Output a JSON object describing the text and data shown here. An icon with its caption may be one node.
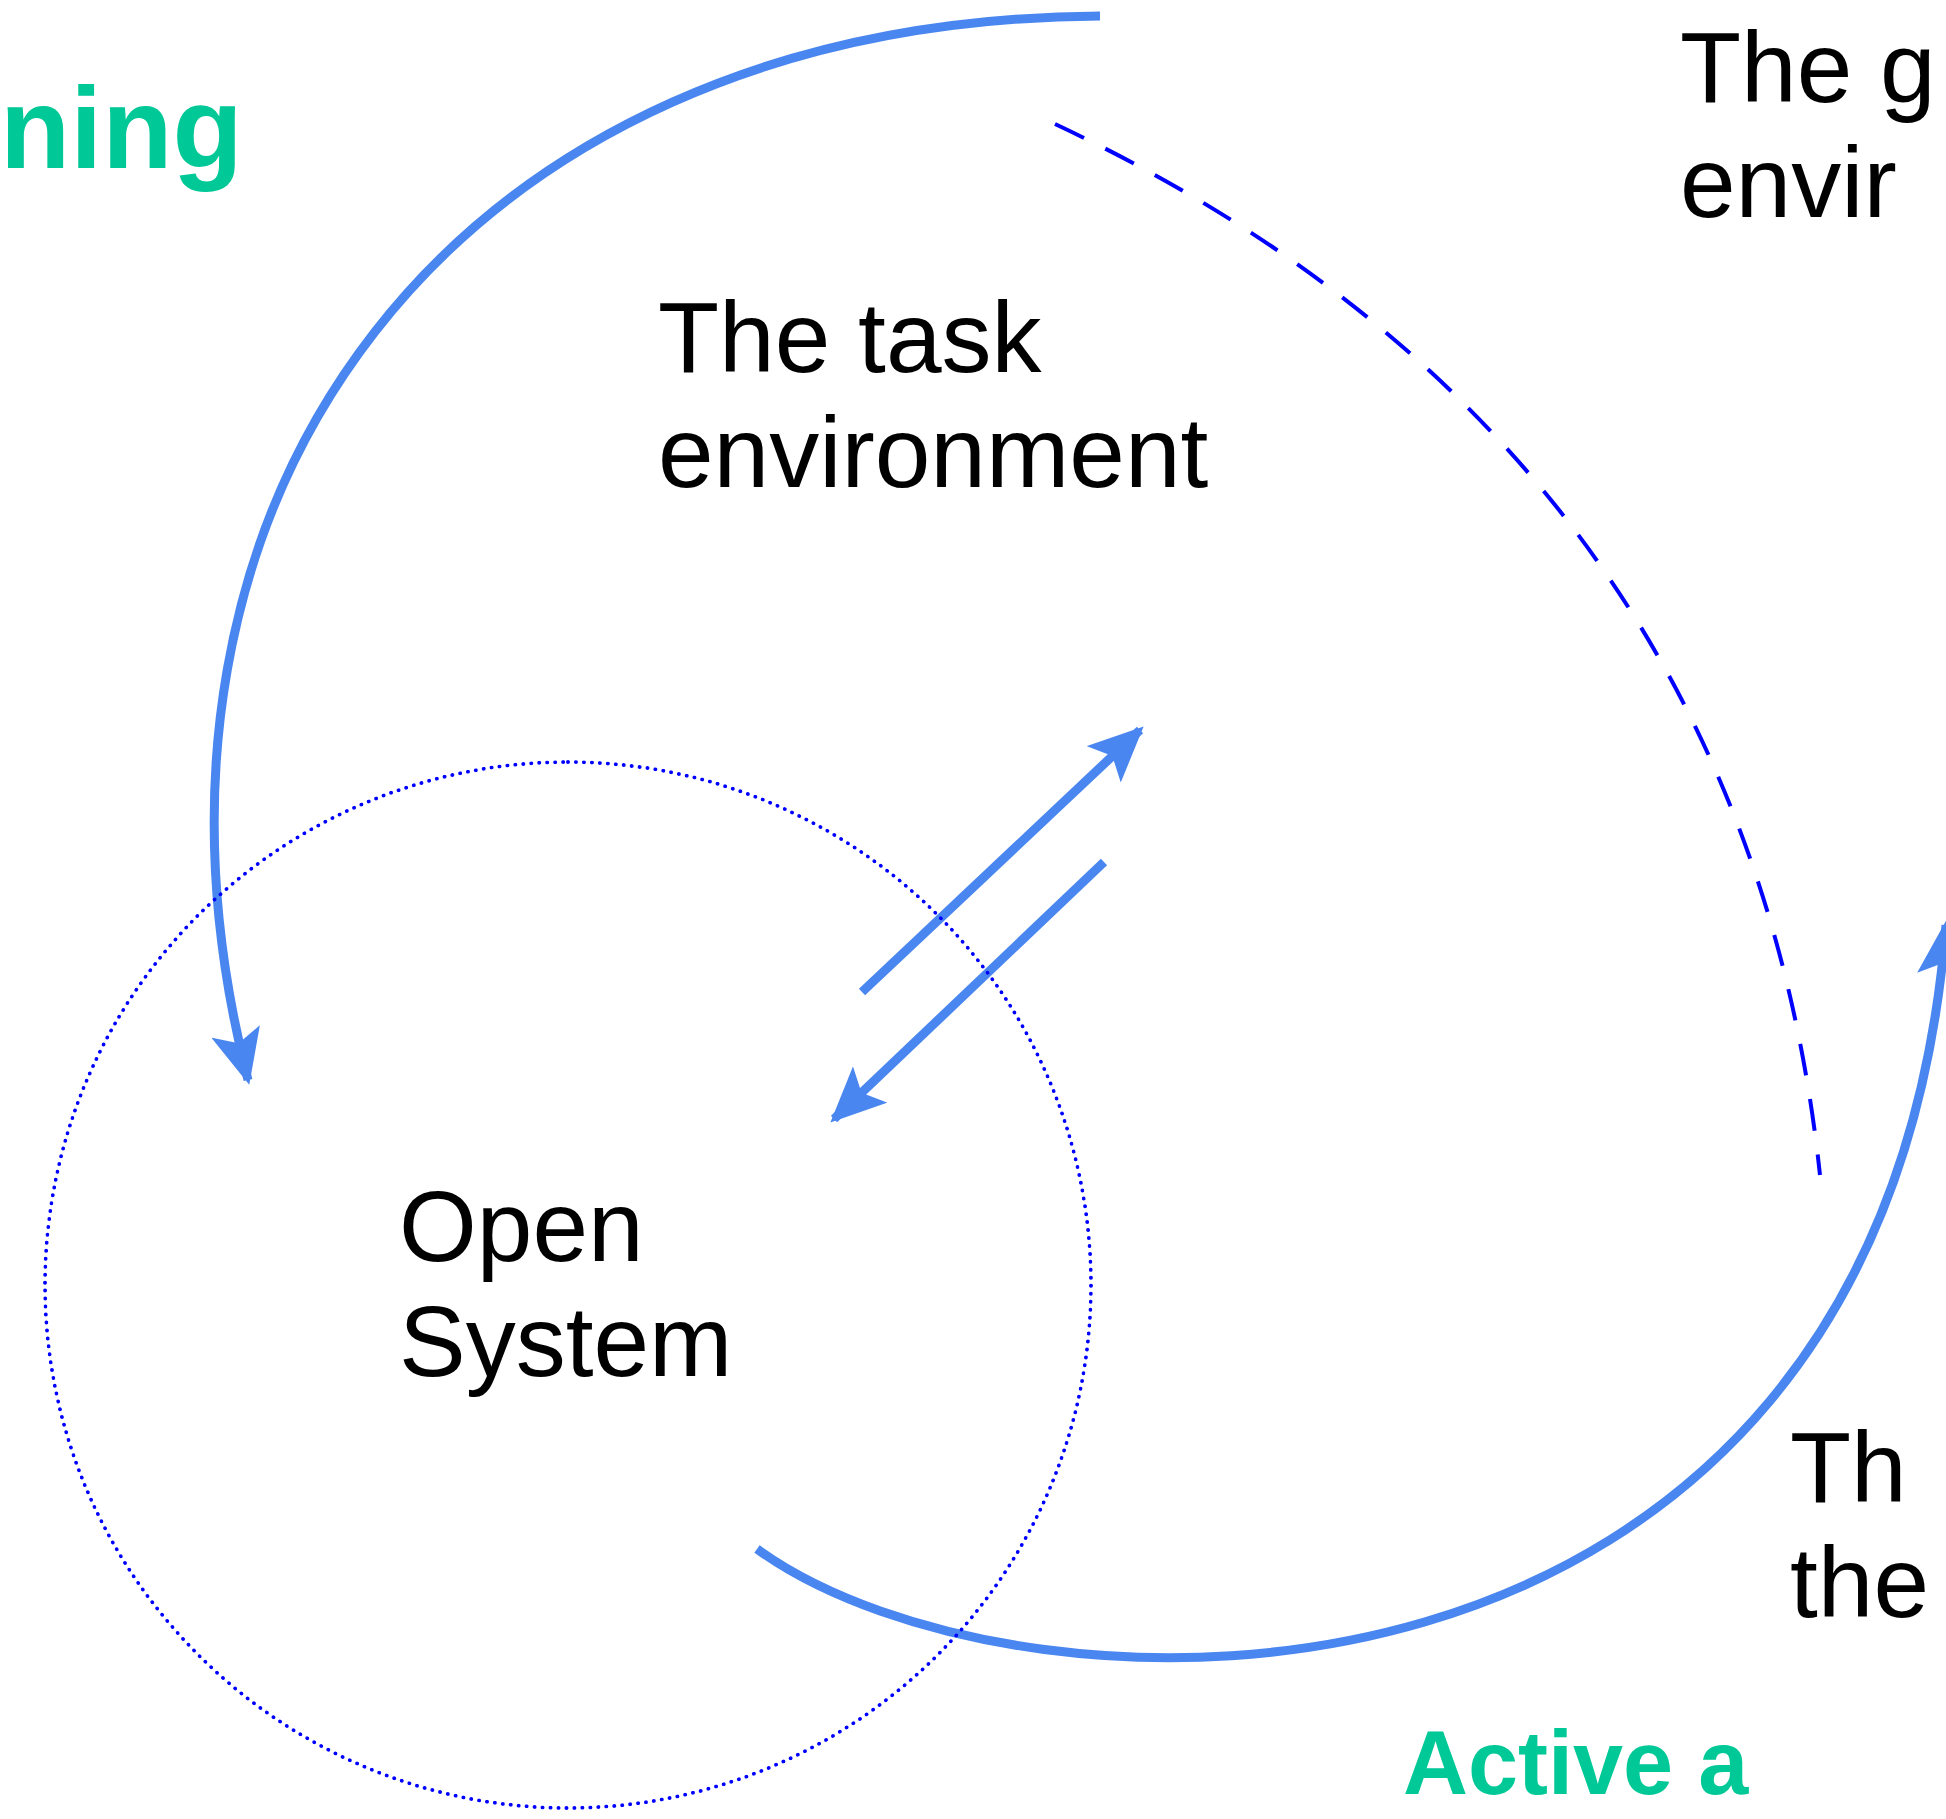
{
  "diagram": {
    "nodes": [
      {
        "text": [
          "The task environment"
        ]
      },
      {
        "text": [
          "Open System"
        ]
      }
    ],
    "edges": [
      {
        "from": null,
        "to": 1,
        "arrow": "to"
      },
      {
        "from": 1,
        "to": null,
        "arrow": "to"
      },
      {
        "from": null,
        "to": 1,
        "arrow": "to"
      },
      {
        "from": 1,
        "to": null,
        "arrow": "to"
      }
    ],
    "labels": [
      "ning",
      "The g envir",
      "Th the",
      "Active a"
    ]
  }
}
